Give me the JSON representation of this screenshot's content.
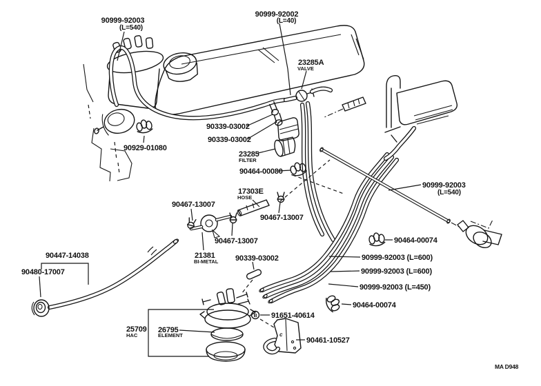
{
  "page": {
    "background": "#ffffff",
    "ink": "#151515"
  },
  "footer": {
    "code": "MA D948"
  },
  "symbols": {
    "bolt": "B",
    "bracket_mark": "c"
  },
  "labels": [
    {
      "text": "90999-92003",
      "sub": "(L=540)",
      "part": "vacuum-hose"
    },
    {
      "text": "90999-92002",
      "sub": "(L=40)",
      "part": "vacuum-hose"
    },
    {
      "text": "23285A",
      "sub": "VALVE",
      "part": "check-valve"
    },
    {
      "text": "90339-03002",
      "part": "clip"
    },
    {
      "text": "90339-03002",
      "part": "clip"
    },
    {
      "text": "23285",
      "sub": "FILTER",
      "part": "filter"
    },
    {
      "text": "90464-00080",
      "part": "clamp"
    },
    {
      "text": "17303E",
      "sub": "HOSE",
      "part": "hose"
    },
    {
      "text": "90467-13007",
      "part": "clip"
    },
    {
      "text": "90467-13007",
      "part": "clip"
    },
    {
      "text": "90467-13007",
      "part": "clip"
    },
    {
      "text": "21381",
      "sub": "BI-METAL",
      "part": "bimetal-valve"
    },
    {
      "text": "90339-03002",
      "part": "clip"
    },
    {
      "text": "90447-14038",
      "part": "hose"
    },
    {
      "text": "90480-17007",
      "part": "grommet"
    },
    {
      "text": "90929-01080",
      "part": "clamp"
    },
    {
      "text": "90999-92003",
      "sub": "(L=540)",
      "part": "vacuum-hose"
    },
    {
      "text": "90464-00074",
      "part": "clamp"
    },
    {
      "text": "90999-92003 (L=600)",
      "part": "vacuum-hose"
    },
    {
      "text": "90999-92003 (L=600)",
      "part": "vacuum-hose"
    },
    {
      "text": "90999-92003 (L=450)",
      "part": "vacuum-hose"
    },
    {
      "text": "90464-00074",
      "part": "clamp"
    },
    {
      "text": "91651-40614",
      "part": "bolt"
    },
    {
      "text": "90461-10527",
      "part": "bracket"
    },
    {
      "text": "25709",
      "sub": "HAC",
      "part": "hac-valve"
    },
    {
      "text": "26795",
      "sub": "ELEMENT",
      "part": "element"
    }
  ]
}
